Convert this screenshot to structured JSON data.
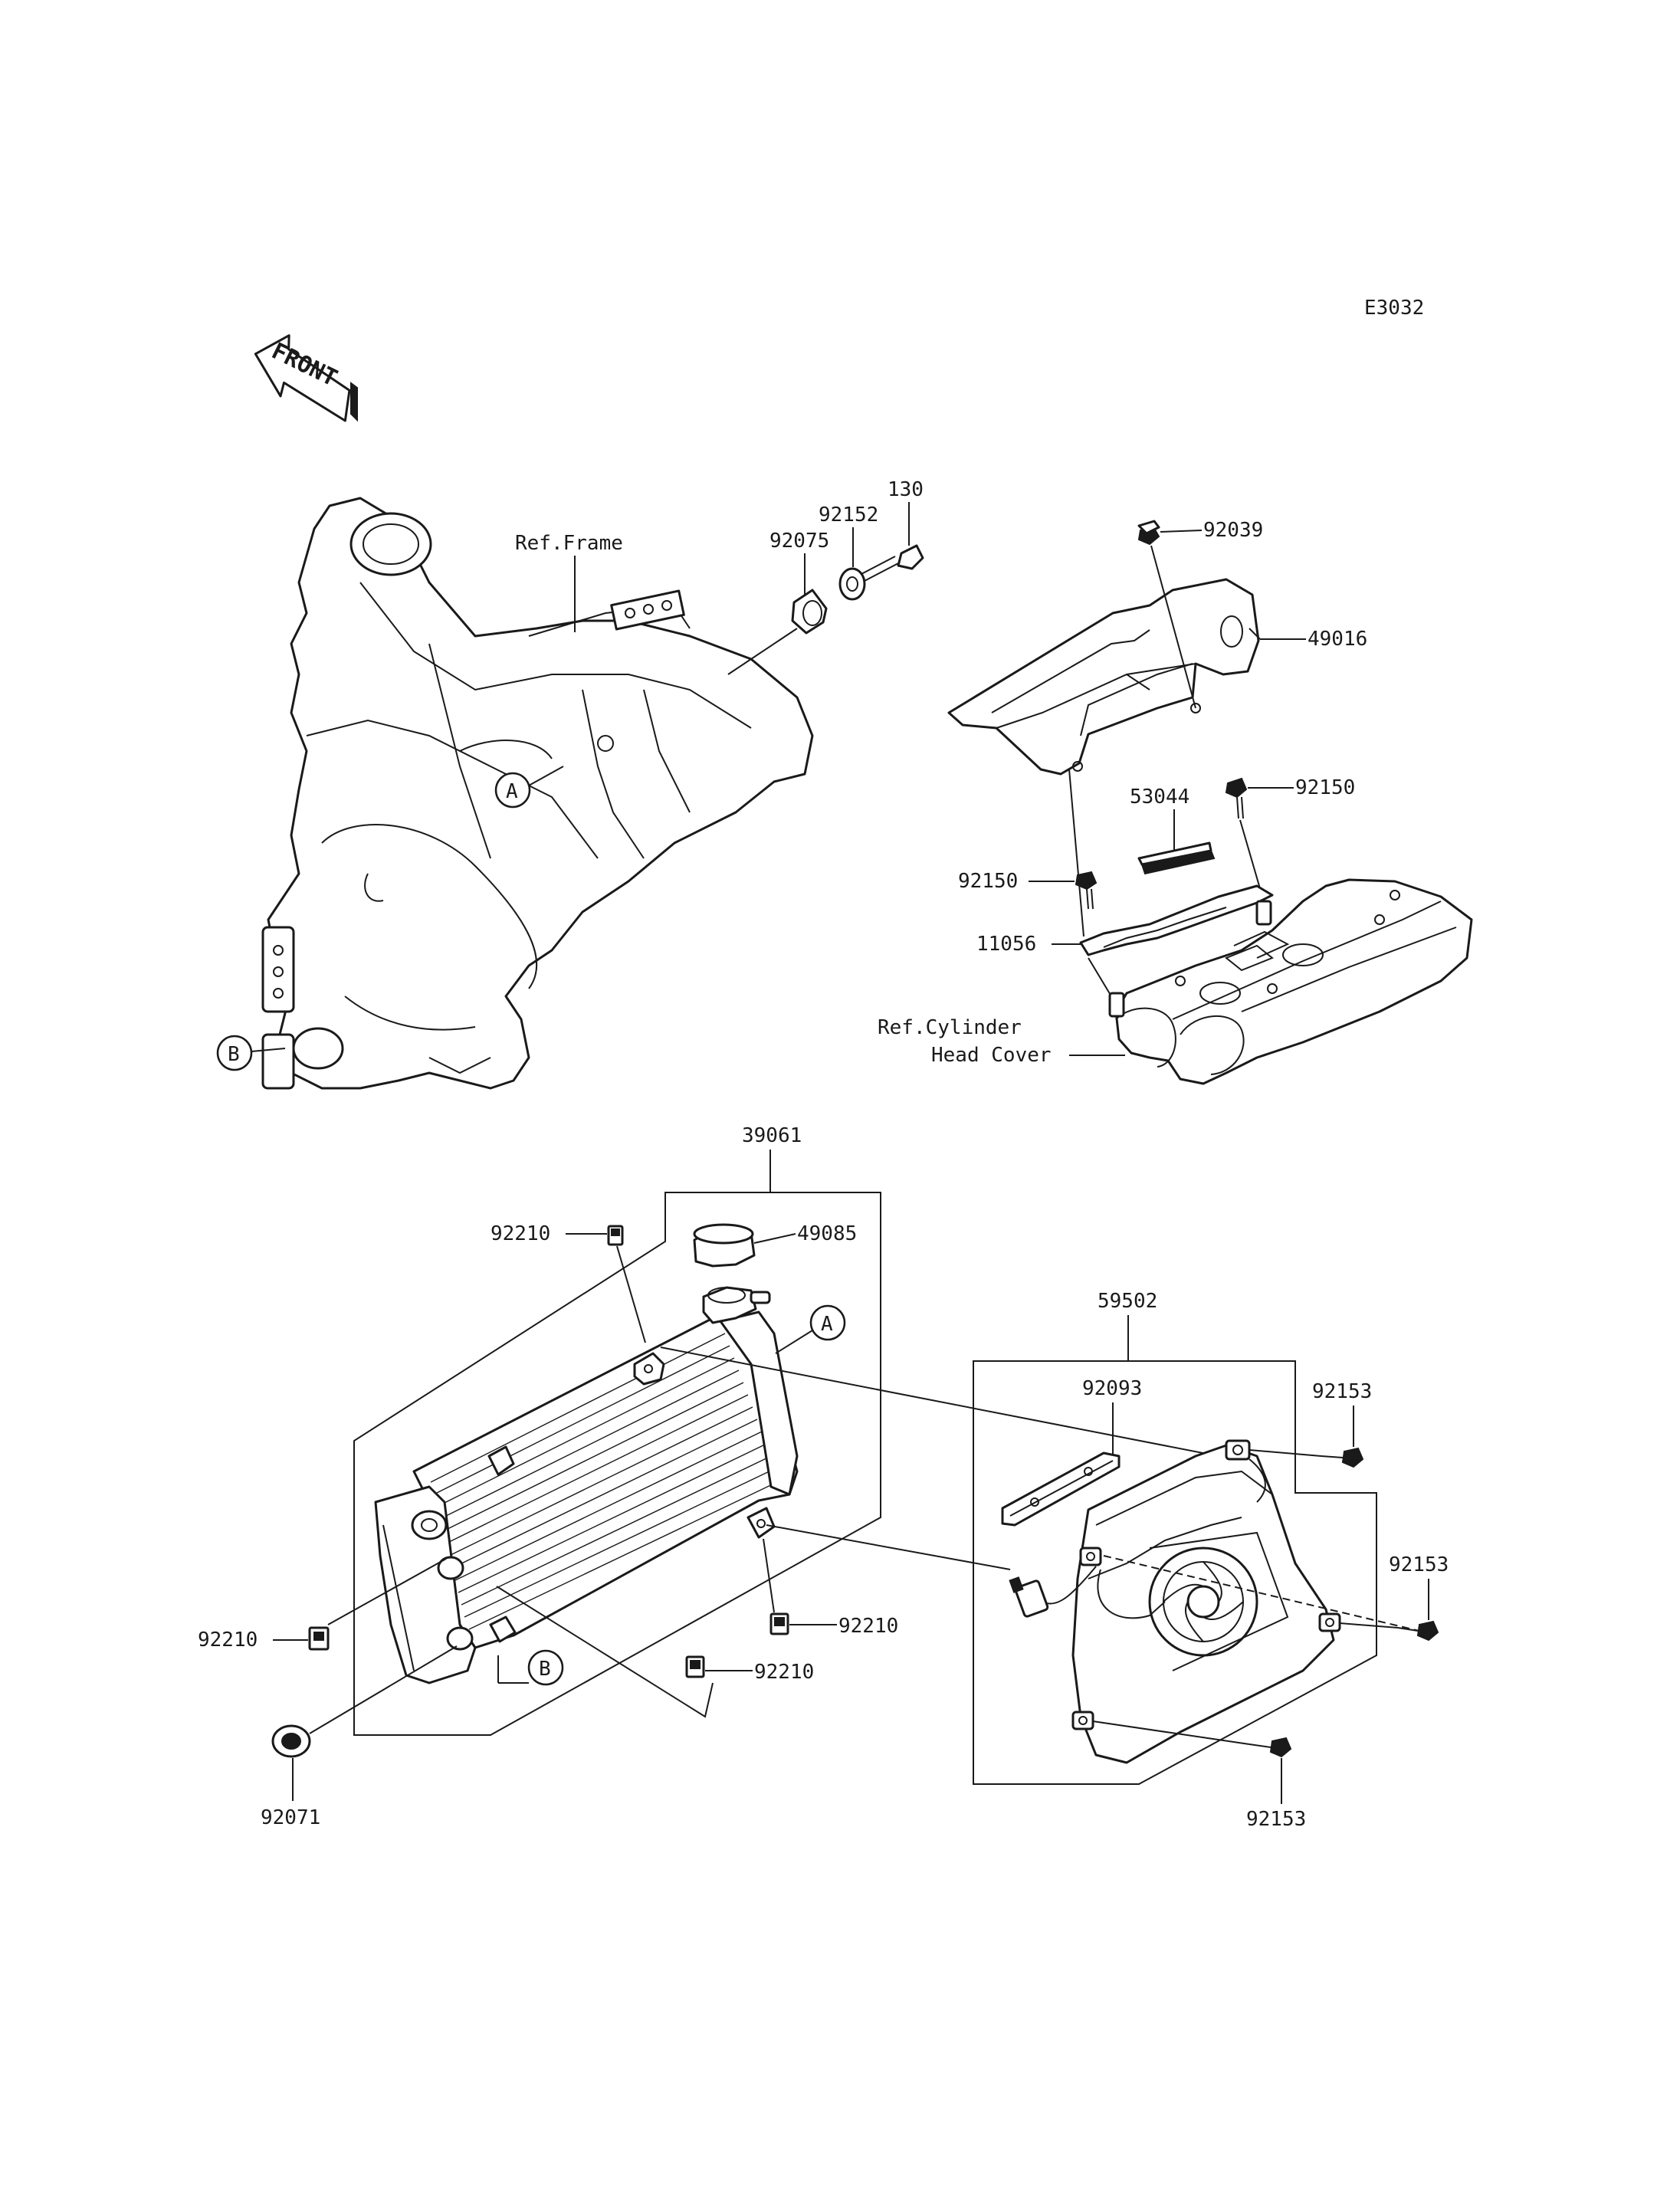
{
  "diagram_code": "E3032",
  "front_arrow_label": "FRONT",
  "ref_labels": {
    "frame": "Ref.Frame",
    "cylinder_head_line1": "Ref.Cylinder",
    "cylinder_head_line2": "Head Cover"
  },
  "reference_marks": {
    "a": "A",
    "b": "B"
  },
  "part_numbers": {
    "p130": "130",
    "p92152": "92152",
    "p92075": "92075",
    "p92039": "92039",
    "p49016": "49016",
    "p53044": "53044",
    "p92150_right": "92150",
    "p92150_left": "92150",
    "p11056": "11056",
    "p39061": "39061",
    "p92210_top": "92210",
    "p49085": "49085",
    "p92210_left": "92210",
    "p92210_mid": "92210",
    "p92210_low": "92210",
    "p92071": "92071",
    "p59502": "59502",
    "p92093": "92093",
    "p92153_top": "92153",
    "p92153_mid": "92153",
    "p92153_bottom": "92153"
  }
}
